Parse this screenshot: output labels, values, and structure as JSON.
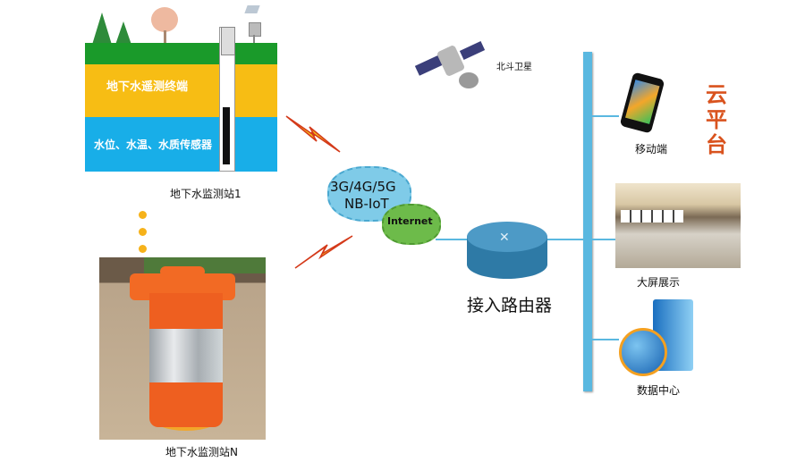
{
  "station1": {
    "layer_yellow_label": "地下水遥测终端",
    "layer_blue_label": "水位、水温、水质传感器",
    "caption": "地下水监测站1"
  },
  "stationN": {
    "caption": "地下水监测站N"
  },
  "network": {
    "cloud_label_line1": "3G/4G/5G",
    "cloud_label_line2": "NB-IoT",
    "internet_label": "Internet"
  },
  "satellite": {
    "label": "北斗卫星"
  },
  "router": {
    "label": "接入路由器"
  },
  "cloud_platform": {
    "title": "云平台",
    "mobile_label": "移动端",
    "big_screen_label": "大屏展示",
    "data_center_label": "数据中心"
  },
  "colors": {
    "green": "#1a9a2a",
    "yellow": "#f7bd14",
    "blue": "#18aee8",
    "bus": "#5ab8e0",
    "accent": "#d9531e"
  }
}
